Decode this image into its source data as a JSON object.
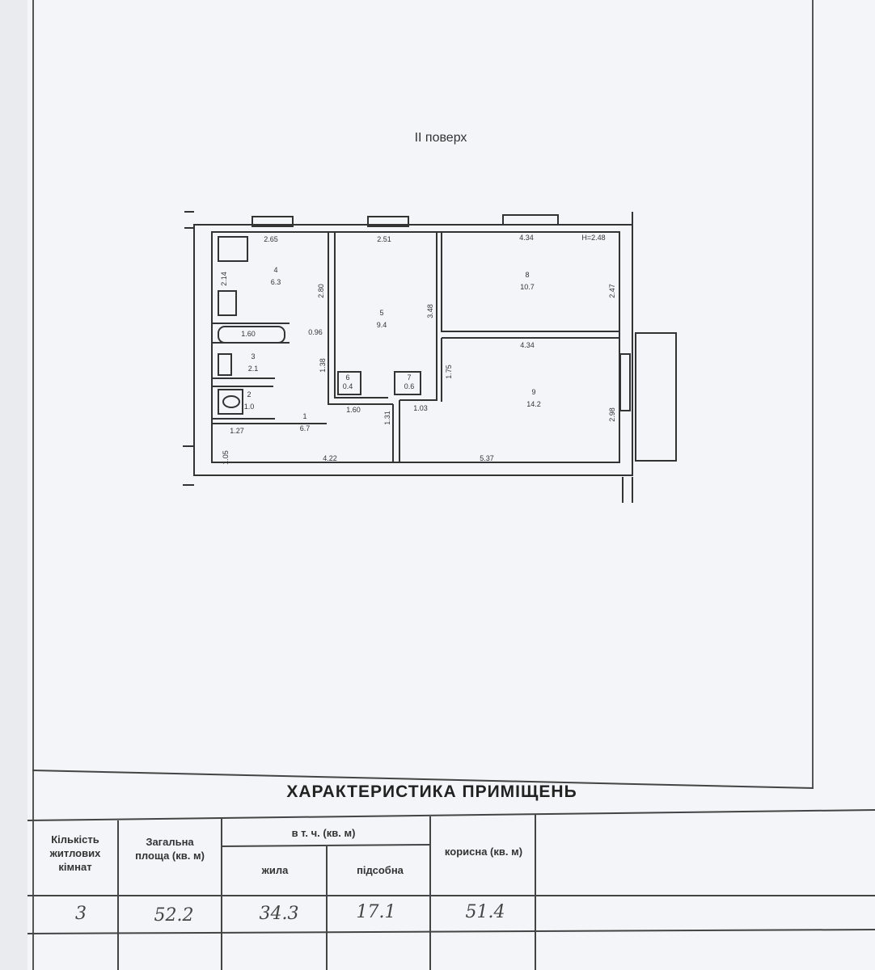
{
  "floor_label": "ІІ поверх",
  "plan": {
    "rooms": [
      {
        "number": "4",
        "area": "6.3"
      },
      {
        "number": "5",
        "area": "9.4"
      },
      {
        "number": "8",
        "area": "10.7"
      },
      {
        "number": "3",
        "area": "2.1"
      },
      {
        "number": "2",
        "area": "1.0"
      },
      {
        "number": "6",
        "area": "0.4"
      },
      {
        "number": "7",
        "area": "0.6"
      },
      {
        "number": "1",
        "area": "6.7"
      },
      {
        "number": "9",
        "area": "14.2"
      }
    ],
    "dimensions": {
      "d265": "2.65",
      "d251": "2.51",
      "d434a": "4.34",
      "height": "H=2.48",
      "d214": "2.14",
      "d280": "2.80",
      "d348": "3.48",
      "d247": "2.47",
      "d160a": "1.60",
      "d096": "0.96",
      "d434b": "4.34",
      "d138": "1.38",
      "d175": "1.75",
      "d160b": "1.60",
      "d103": "1.03",
      "d131": "1.31",
      "d127": "1.27",
      "d298": "2.98",
      "d105": "1.05",
      "d422": "4.22",
      "d537": "5.37"
    }
  },
  "table": {
    "title": "ХАРАКТЕРИСТИКА ПРИМІЩЕНЬ",
    "headers": {
      "rooms_count": "Кількість житлових кімнат",
      "total_area": "Загальна площа (кв. м)",
      "incl": "в т. ч. (кв. м)",
      "living": "жила",
      "auxiliary": "підсобна",
      "useful": "корисна (кв. м)"
    },
    "values": {
      "rooms_count": "3",
      "total_area": "52.2",
      "living": "34.3",
      "auxiliary": "17.1",
      "useful": "51.4"
    }
  }
}
